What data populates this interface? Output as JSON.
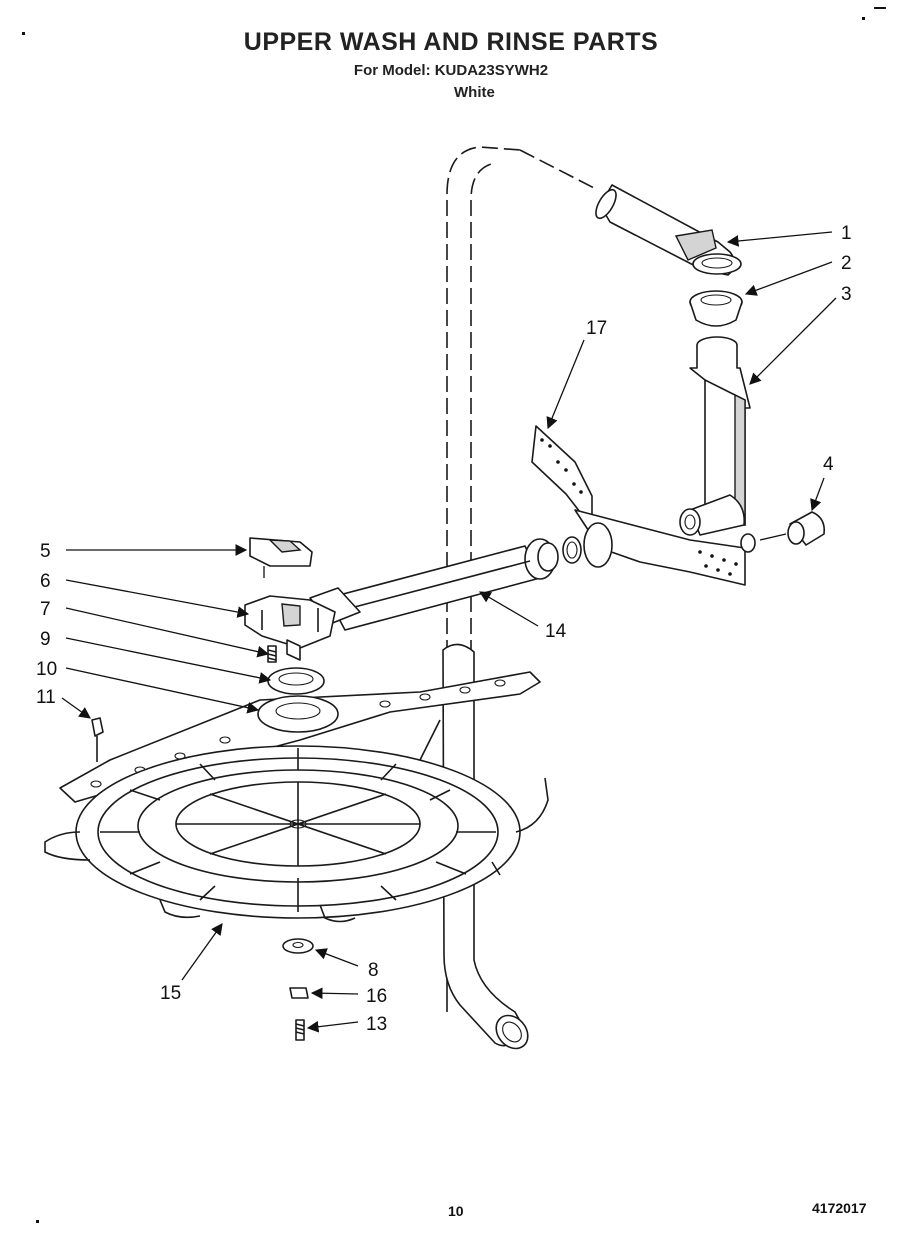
{
  "header": {
    "title": "UPPER WASH AND RINSE PARTS",
    "model_line": "For Model: KUDA23SYWH2",
    "variant": "White"
  },
  "footer": {
    "page_number": "10",
    "doc_number": "4172017"
  },
  "callouts": [
    "1",
    "2",
    "3",
    "4",
    "5",
    "6",
    "7",
    "8",
    "9",
    "10",
    "11",
    "13",
    "14",
    "15",
    "16",
    "17"
  ]
}
